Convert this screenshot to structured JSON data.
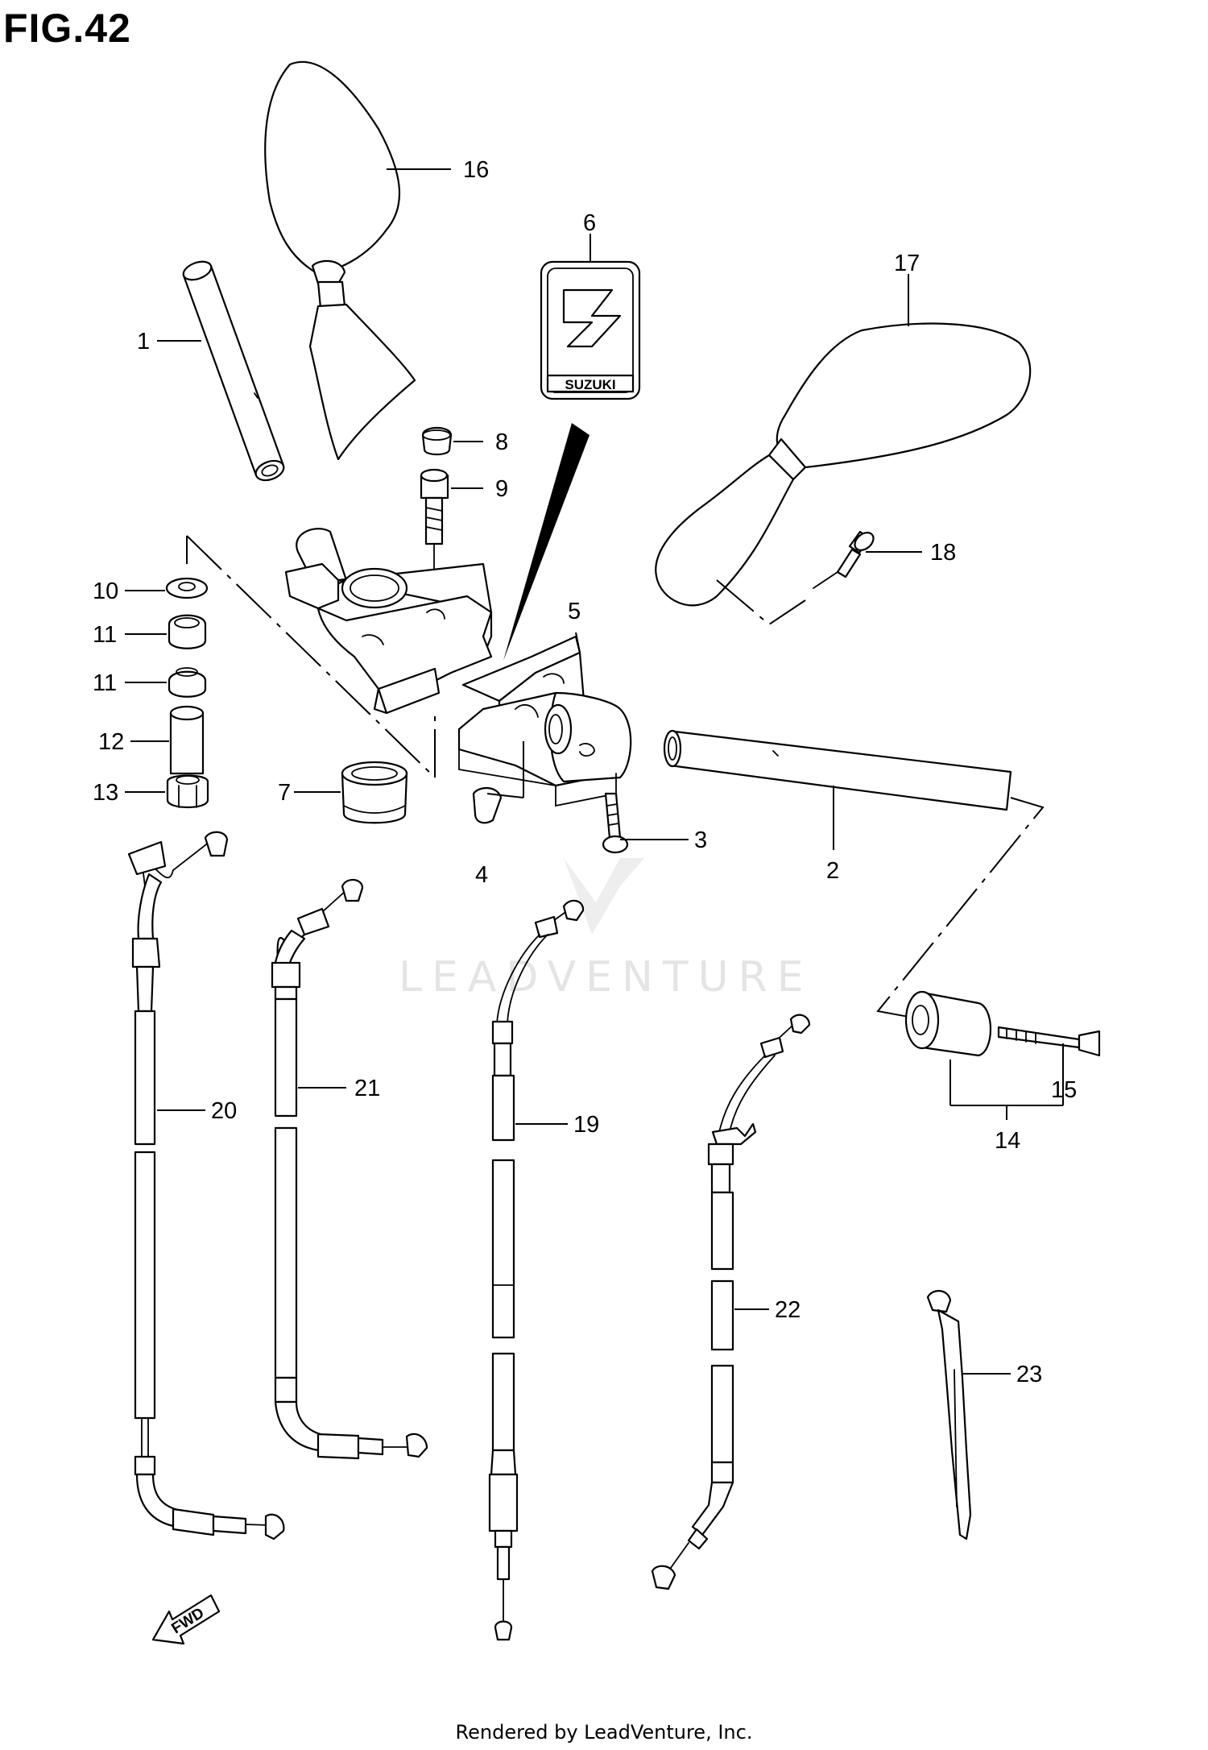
{
  "figure": {
    "title": "FIG.42"
  },
  "footer": {
    "text": "Rendered by LeadVenture, Inc."
  },
  "watermark": {
    "text": "LEADVENTURE"
  },
  "logo": {
    "text": "SUZUKI"
  },
  "direction": {
    "text": "FWD"
  },
  "callouts": {
    "c1": "1",
    "c2": "2",
    "c3": "3",
    "c4": "4",
    "c5": "5",
    "c6": "6",
    "c7": "7",
    "c8": "8",
    "c9": "9",
    "c10": "10",
    "c11a": "11",
    "c11b": "11",
    "c12": "12",
    "c13": "13",
    "c14": "14",
    "c15": "15",
    "c16": "16",
    "c17": "17",
    "c18": "18",
    "c19": "19",
    "c20": "20",
    "c21": "21",
    "c22": "22",
    "c23": "23"
  }
}
